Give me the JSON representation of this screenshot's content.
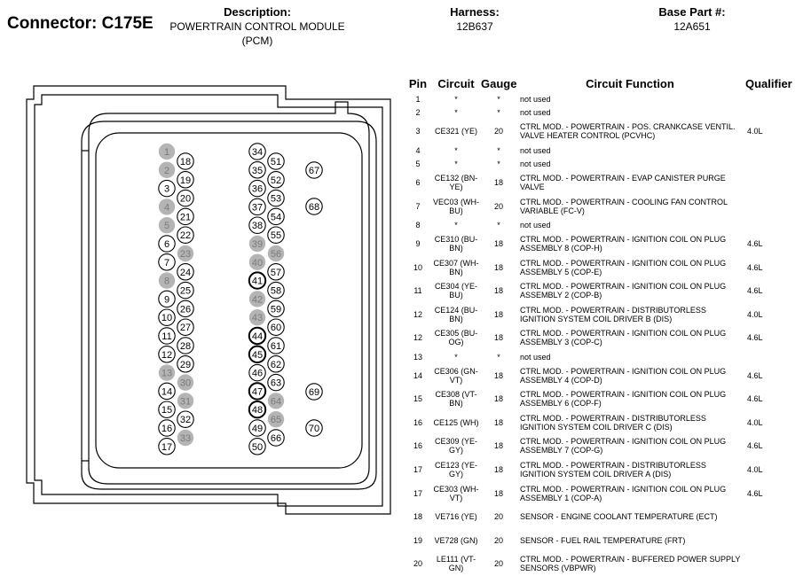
{
  "header": {
    "connector_label": "Connector:",
    "connector_id": "C175E",
    "description_label": "Description:",
    "description_line1": "POWERTRAIN CONTROL MODULE",
    "description_line2": "(PCM)",
    "harness_label": "Harness:",
    "harness_value": "12B637",
    "base_part_label": "Base Part #:",
    "base_part_value": "12A651"
  },
  "connector_pins": {
    "filled": [
      "1",
      "2",
      "4",
      "5",
      "8",
      "13",
      "23",
      "30",
      "31",
      "33",
      "39",
      "40",
      "42",
      "43",
      "56",
      "64",
      "65"
    ],
    "bold_outline": [
      "41",
      "44",
      "45",
      "47",
      "48"
    ],
    "left_columns": [
      [
        "1",
        "2",
        "3",
        "4",
        "5",
        "6",
        "7",
        "8",
        "9",
        "10",
        "11",
        "12",
        "13",
        "14",
        "15",
        "16",
        "17"
      ],
      [
        "18",
        "19",
        "20",
        "21",
        "22",
        "23",
        "24",
        "25",
        "26",
        "27",
        "28",
        "29",
        "30",
        "31",
        "32",
        "33"
      ]
    ],
    "middle_columns": [
      [
        "34",
        "35",
        "36",
        "37",
        "38",
        "39",
        "40",
        "41",
        "42",
        "43",
        "44",
        "45",
        "46",
        "47",
        "48",
        "49",
        "50"
      ],
      [
        "51",
        "52",
        "53",
        "54",
        "55",
        "56",
        "57",
        "58",
        "59",
        "60",
        "61",
        "62",
        "63",
        "64",
        "65",
        "66"
      ]
    ],
    "right_pins": [
      "67",
      "68",
      "69",
      "70"
    ]
  },
  "table": {
    "headers": {
      "pin": "Pin",
      "circuit": "Circuit",
      "gauge": "Gauge",
      "function": "Circuit Function",
      "qualifier": "Qualifier"
    },
    "rows": [
      {
        "pin": "1",
        "circuit": "*",
        "gauge": "*",
        "function": "not used",
        "qualifier": ""
      },
      {
        "pin": "2",
        "circuit": "*",
        "gauge": "*",
        "function": "not used",
        "qualifier": ""
      },
      {
        "pin": "3",
        "circuit": "CE321 (YE)",
        "gauge": "20",
        "function": "CTRL MOD. - POWERTRAIN - POS. CRANKCASE VENTIL. VALVE HEATER CONTROL (PCVHC)",
        "qualifier": "4.0L"
      },
      {
        "pin": "4",
        "circuit": "*",
        "gauge": "*",
        "function": "not used",
        "qualifier": ""
      },
      {
        "pin": "5",
        "circuit": "*",
        "gauge": "*",
        "function": "not used",
        "qualifier": ""
      },
      {
        "pin": "6",
        "circuit": "CE132 (BN-YE)",
        "gauge": "18",
        "function": "CTRL MOD. - POWERTRAIN - EVAP CANISTER PURGE VALVE",
        "qualifier": ""
      },
      {
        "pin": "7",
        "circuit": "VEC03 (WH-BU)",
        "gauge": "20",
        "function": "CTRL MOD. - POWERTRAIN - COOLING FAN CONTROL VARIABLE (FC-V)",
        "qualifier": ""
      },
      {
        "pin": "8",
        "circuit": "*",
        "gauge": "*",
        "function": "not used",
        "qualifier": ""
      },
      {
        "pin": "9",
        "circuit": "CE310 (BU-BN)",
        "gauge": "18",
        "function": "CTRL MOD. - POWERTRAIN - IGNITION COIL ON PLUG ASSEMBLY 8 (COP-H)",
        "qualifier": "4.6L"
      },
      {
        "pin": "10",
        "circuit": "CE307 (WH-BN)",
        "gauge": "18",
        "function": "CTRL MOD. - POWERTRAIN - IGNITION COIL ON PLUG ASSEMBLY 5 (COP-E)",
        "qualifier": "4.6L"
      },
      {
        "pin": "11",
        "circuit": "CE304 (YE-BU)",
        "gauge": "18",
        "function": "CTRL MOD. - POWERTRAIN - IGNITION COIL ON PLUG ASSEMBLY 2 (COP-B)",
        "qualifier": "4.6L"
      },
      {
        "pin": "12",
        "circuit": "CE124 (BU-BN)",
        "gauge": "18",
        "function": "CTRL MOD. - POWERTRAIN - DISTRIBUTORLESS IGNITION SYSTEM COIL DRIVER B (DIS)",
        "qualifier": "4.0L"
      },
      {
        "pin": "12",
        "circuit": "CE305 (BU-OG)",
        "gauge": "18",
        "function": "CTRL MOD. - POWERTRAIN - IGNITION COIL ON PLUG ASSEMBLY 3 (COP-C)",
        "qualifier": "4.6L"
      },
      {
        "pin": "13",
        "circuit": "*",
        "gauge": "*",
        "function": "not used",
        "qualifier": ""
      },
      {
        "pin": "14",
        "circuit": "CE306 (GN-VT)",
        "gauge": "18",
        "function": "CTRL MOD. - POWERTRAIN - IGNITION COIL ON PLUG ASSEMBLY 4 (COP-D)",
        "qualifier": "4.6L"
      },
      {
        "pin": "15",
        "circuit": "CE308 (VT-BN)",
        "gauge": "18",
        "function": "CTRL MOD. - POWERTRAIN - IGNITION COIL ON PLUG ASSEMBLY 6 (COP-F)",
        "qualifier": "4.6L"
      },
      {
        "pin": "16",
        "circuit": "CE125 (WH)",
        "gauge": "18",
        "function": "CTRL MOD. - POWERTRAIN - DISTRIBUTORLESS IGNITION SYSTEM COIL DRIVER C (DIS)",
        "qualifier": "4.0L"
      },
      {
        "pin": "16",
        "circuit": "CE309 (YE-GY)",
        "gauge": "18",
        "function": "CTRL MOD. - POWERTRAIN - IGNITION COIL ON PLUG ASSEMBLY 7 (COP-G)",
        "qualifier": "4.6L"
      },
      {
        "pin": "17",
        "circuit": "CE123 (YE-GY)",
        "gauge": "18",
        "function": "CTRL MOD. - POWERTRAIN - DISTRIBUTORLESS IGNITION SYSTEM COIL DRIVER A (DIS)",
        "qualifier": "4.0L"
      },
      {
        "pin": "17",
        "circuit": "CE303 (WH-VT)",
        "gauge": "18",
        "function": "CTRL MOD. - POWERTRAIN - IGNITION COIL ON PLUG ASSEMBLY 1 (COP-A)",
        "qualifier": "4.6L"
      },
      {
        "pin": "18",
        "circuit": "VE716 (YE)",
        "gauge": "20",
        "function": "SENSOR - ENGINE COOLANT TEMPERATURE (ECT)",
        "qualifier": ""
      },
      {
        "pin": "19",
        "circuit": "VE728 (GN)",
        "gauge": "20",
        "function": "SENSOR - FUEL RAIL TEMPERATURE (FRT)",
        "qualifier": ""
      },
      {
        "pin": "20",
        "circuit": "LE111 (VT-GN)",
        "gauge": "20",
        "function": "CTRL MOD. - POWERTRAIN - BUFFERED POWER SUPPLY SENSORS (VBPWR)",
        "qualifier": ""
      }
    ]
  }
}
